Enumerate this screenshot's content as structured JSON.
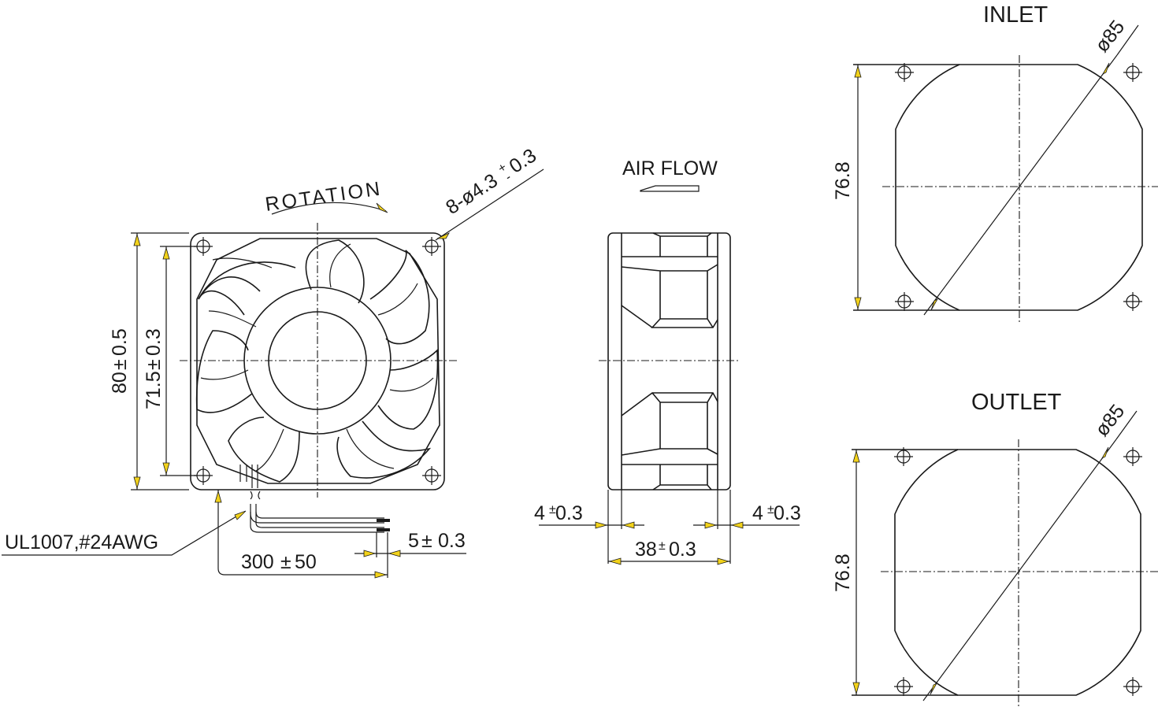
{
  "drawing": {
    "title": "80x80x38 mm DC fan outline drawing",
    "line_color": "#1a1a1a",
    "arrow_color": "#f2d21b"
  },
  "front_view": {
    "rotation_label": "ROTATION",
    "mount_hole_label": "8-ø4.3",
    "mount_hole_tol": "+",
    "mount_hole_tol2": "-",
    "mount_hole_tol_val": "0.3",
    "outer_size_label": "80",
    "outer_size_tol": "0.5",
    "hole_pitch_label": "71.5",
    "hole_pitch_tol": "0.3",
    "pm": "±"
  },
  "wire": {
    "spec_label": "UL1007,#24AWG",
    "length_label": "300",
    "length_tol": "50",
    "strip_label": "5",
    "strip_tol": "0.3",
    "pm": "±"
  },
  "side_view": {
    "airflow_label": "AIR FLOW",
    "flange_left_label": "4",
    "flange_left_tol": "0.3",
    "flange_right_label": "4",
    "flange_right_tol": "0.3",
    "depth_label": "38",
    "depth_tol": "0.3",
    "pm": "±"
  },
  "inlet_view": {
    "title": "INLET",
    "diameter_label": "ø85",
    "height_label": "76.8"
  },
  "outlet_view": {
    "title": "OUTLET",
    "diameter_label": "ø85",
    "height_label": "76.8"
  }
}
